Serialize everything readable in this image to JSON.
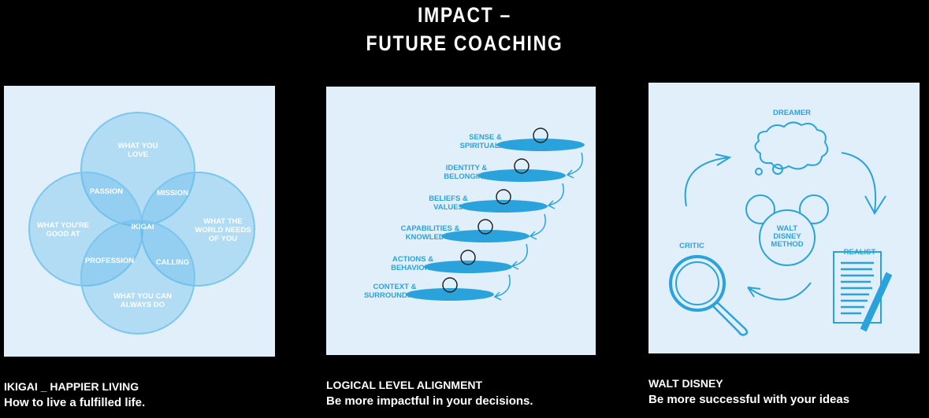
{
  "title": {
    "line1": "IMPACT –",
    "line2": "FUTURE COACHING"
  },
  "ikigai": {
    "caption_title": "IKIGAI _ HAPPIER LIVING",
    "caption_sub": "How to live a fulfilled life.",
    "labels": {
      "love": [
        "WHAT YOU",
        "LOVE"
      ],
      "good": [
        "WHAT YOU'RE",
        "GOOD AT"
      ],
      "world": [
        "WHAT THE",
        "WORLD NEEDS",
        "OF YOU"
      ],
      "paid": [
        "WHAT YOU CAN",
        "ALWAYS DO"
      ],
      "passion": "PASSION",
      "mission": "MISSION",
      "profession": "PROFESSION",
      "calling": "CALLING",
      "center": "IKIGAI"
    }
  },
  "logical": {
    "caption_title": "LOGICAL LEVEL ALIGNMENT",
    "caption_sub": "Be more impactful in your decisions.",
    "levels": [
      {
        "l1": "SENSE &",
        "l2": "SPIRITUALITY",
        "icon": "atom-heart-icon"
      },
      {
        "l1": "IDENTITY &",
        "l2": "BELONGING",
        "icon": "fingerprint-icon"
      },
      {
        "l1": "BELIEFS &",
        "l2": "VALUES",
        "icon": "hand-heart-icon"
      },
      {
        "l1": "CAPABILITIES &",
        "l2": "KNOWLEDGE",
        "icon": "lightbulb-icon"
      },
      {
        "l1": "ACTIONS &",
        "l2": "BEHAVIORS",
        "icon": "clapperboard-icon"
      },
      {
        "l1": "CONTEXT &",
        "l2": "SURROUNDINGS",
        "icon": "globe-icon"
      }
    ]
  },
  "disney": {
    "caption_title": "WALT DISNEY",
    "caption_sub": "Be more successful with your ideas",
    "dreamer": "DREAMER",
    "realist": "REALIST",
    "critic": "CRITIC",
    "center": [
      "WALT",
      "DISNEY",
      "METHOD"
    ]
  },
  "colors": {
    "accent": "#2aa3dc",
    "panel": "#e1effa"
  }
}
